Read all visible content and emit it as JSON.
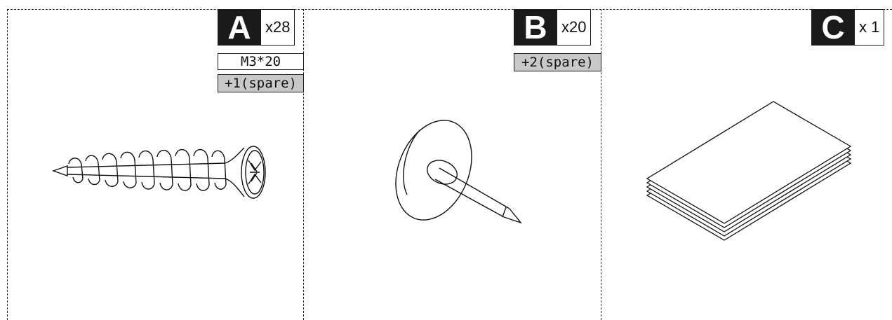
{
  "parts": [
    {
      "letter": "A",
      "quantity": "x28",
      "size": "M3*20",
      "spare": "+1(spare)",
      "illustration": "screw-icon"
    },
    {
      "letter": "B",
      "quantity": "x20",
      "spare": "+2(spare)",
      "illustration": "pin-icon"
    },
    {
      "letter": "C",
      "quantity": "x 1",
      "illustration": "paper-stack-icon"
    }
  ]
}
